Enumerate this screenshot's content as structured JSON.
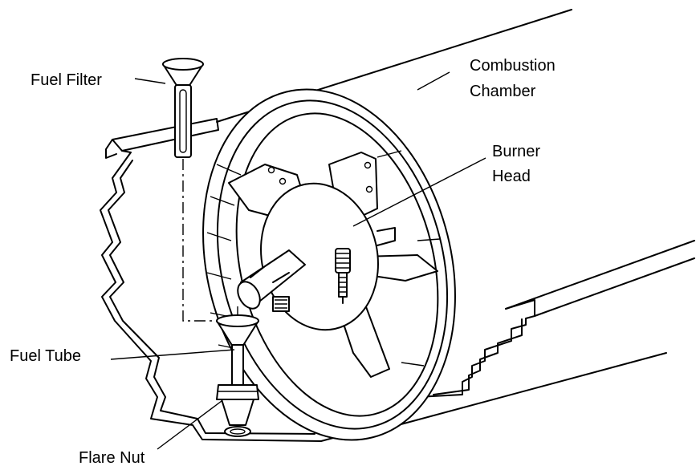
{
  "labels": {
    "fuel_filter": "Fuel Filter",
    "combustion_chamber_1": "Combustion",
    "combustion_chamber_2": "Chamber",
    "burner_head_1": "Burner",
    "burner_head_2": "Head",
    "fuel_tube": "Fuel Tube",
    "flare_nut": "Flare Nut"
  }
}
